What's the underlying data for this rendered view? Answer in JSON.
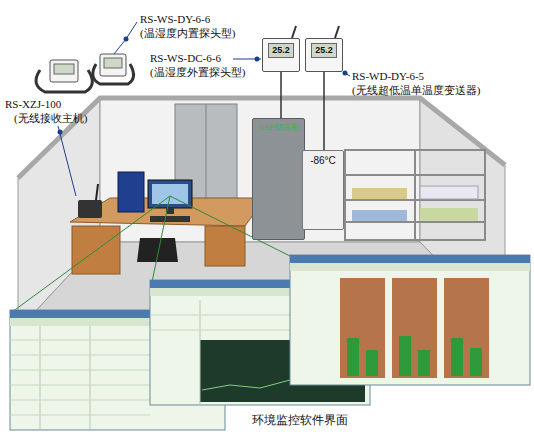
{
  "diagram": {
    "caption": "环境监控软件界面",
    "nodes": [
      {
        "text": [
          "25.2"
        ]
      },
      {
        "text": [
          "25.2"
        ]
      },
      {
        "text": [
          "GSP阴凉柜"
        ]
      },
      {
        "text": [
          "-86°C"
        ]
      }
    ],
    "labels": [
      "RS-WS-DY-6-6",
      "(温湿度内置探头型)",
      "RS-WS-DC-6-6",
      "(温湿度外置探头型)",
      "RS-WD-DY-6-5",
      "(无线超低温单温度变送器)",
      "RS-XZJ-100",
      "(无线接收主机)"
    ]
  }
}
